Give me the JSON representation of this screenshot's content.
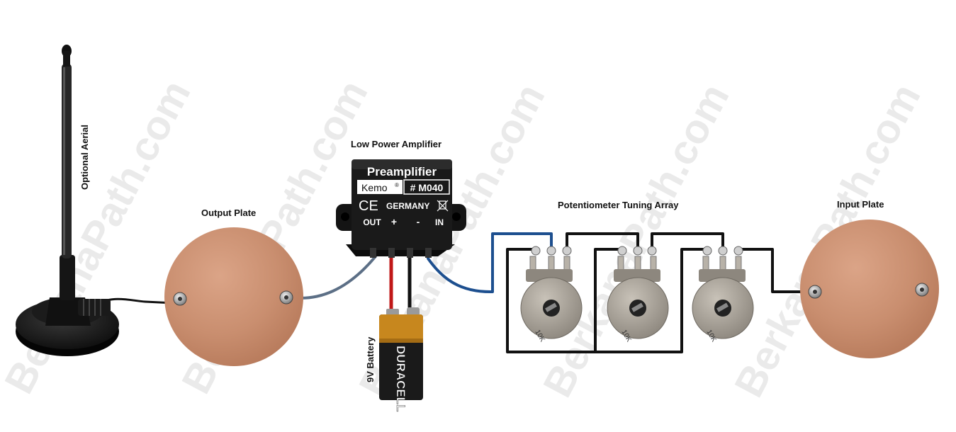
{
  "watermark": "BerkanaPath.com",
  "labels": {
    "aerial": "Optional Aerial",
    "output_plate": "Output Plate",
    "amplifier": "Low Power Amplifier",
    "pot_array": "Potentiometer Tuning Array",
    "input_plate": "Input Plate",
    "battery": "9V Battery"
  },
  "amp_module": {
    "title": "Preamplifier",
    "brand": "Kemo",
    "model": "# M040",
    "country": "GERMANY",
    "ce": "CE",
    "pins": [
      "OUT",
      "+",
      "-",
      "IN"
    ]
  },
  "battery_brand": "DURACELL",
  "pot_marking": "10K",
  "colors": {
    "copper": "#c98e6f",
    "wire_black": "#111111",
    "wire_blue": "#1d4f8f",
    "wire_gray": "#5c6f86",
    "wire_red": "#c01818",
    "battery_gold": "#c7871e"
  }
}
